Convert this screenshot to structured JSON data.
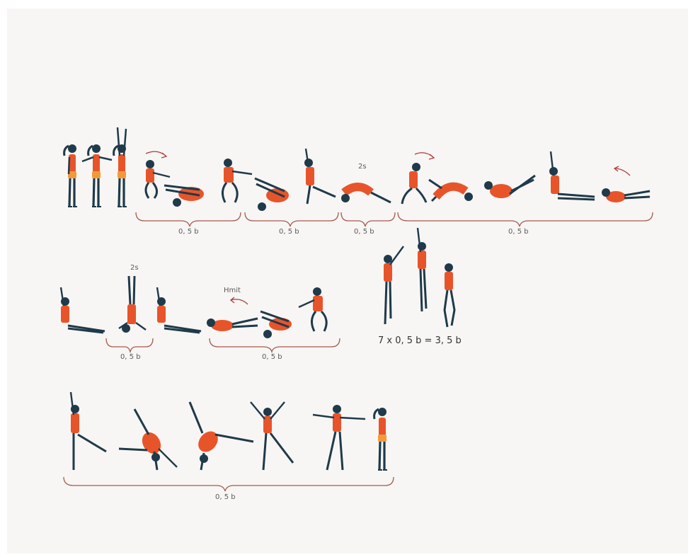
{
  "colors": {
    "body": "#1f3a4a",
    "shirt": "#e8542a",
    "shirt_light": "#f29a3a",
    "bracket": "#a55a4e",
    "arrow": "#b03a3a",
    "text": "#5a5a5a"
  },
  "labels": {
    "row1_b1": "0, 5 b",
    "row1_b2": "0, 5 b",
    "row1_b3": "0, 5 b",
    "row1_b4": "0, 5 b",
    "row1_time": "2s",
    "row2_time": "2s",
    "row2_hmit": "Hmit",
    "row2_b1": "0, 5 b",
    "row2_b2": "0, 5 b",
    "total": "7 x 0, 5 b = 3, 5 b",
    "row3_b1": "0, 5 b"
  }
}
